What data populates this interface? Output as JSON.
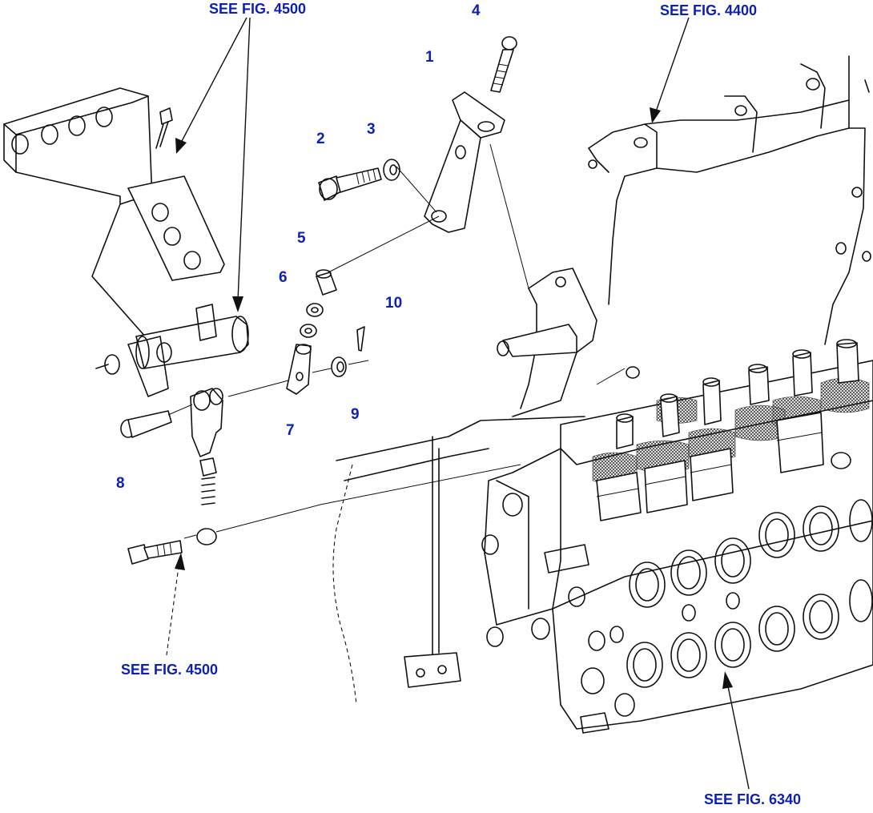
{
  "references": {
    "top_left": "SEE FIG. 4500",
    "top_right": "SEE FIG. 4400",
    "bottom_left": "SEE FIG. 4500",
    "bottom_right": "SEE FIG. 6340"
  },
  "parts": [
    {
      "id": "1",
      "label": "1"
    },
    {
      "id": "2",
      "label": "2"
    },
    {
      "id": "3",
      "label": "3"
    },
    {
      "id": "4",
      "label": "4"
    },
    {
      "id": "5",
      "label": "5"
    },
    {
      "id": "6",
      "label": "6"
    },
    {
      "id": "7",
      "label": "7"
    },
    {
      "id": "8",
      "label": "8"
    },
    {
      "id": "9",
      "label": "9"
    },
    {
      "id": "10",
      "label": "10"
    }
  ],
  "colors": {
    "label_blue": "#0d1fb5",
    "line": "#111111"
  }
}
